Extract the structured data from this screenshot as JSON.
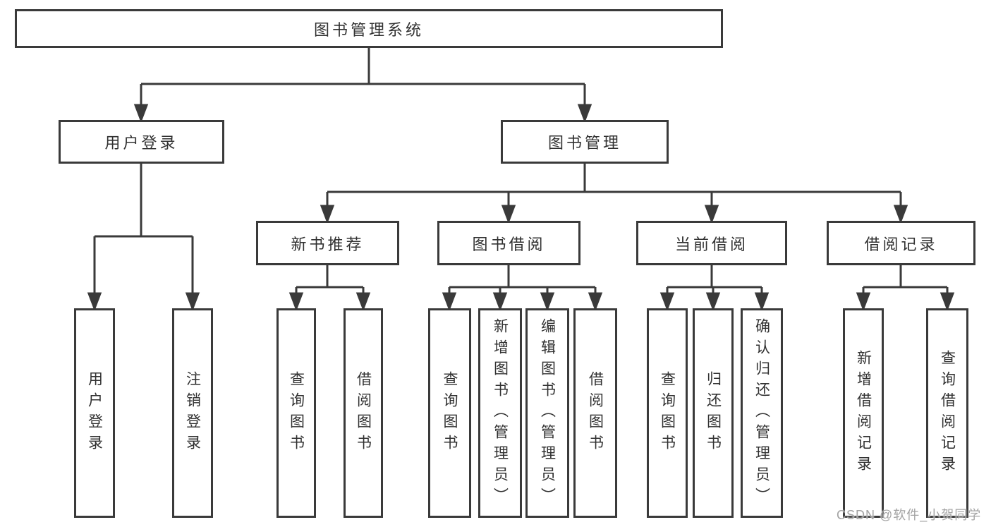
{
  "tree": {
    "label": "图书管理系统",
    "children": [
      {
        "label": "用户登录",
        "children": [
          {
            "label": "用户登录"
          },
          {
            "label": "注销登录"
          }
        ]
      },
      {
        "label": "图书管理",
        "children": [
          {
            "label": "新书推荐",
            "children": [
              {
                "label": "查询图书"
              },
              {
                "label": "借阅图书"
              }
            ]
          },
          {
            "label": "图书借阅",
            "children": [
              {
                "label": "查询图书"
              },
              {
                "label": "新增图书（管理员）"
              },
              {
                "label": "编辑图书（管理员）"
              },
              {
                "label": "借阅图书"
              }
            ]
          },
          {
            "label": "当前借阅",
            "children": [
              {
                "label": "查询图书"
              },
              {
                "label": "归还图书"
              },
              {
                "label": "确认归还（管理员）"
              }
            ]
          },
          {
            "label": "借阅记录",
            "children": [
              {
                "label": "新增借阅记录"
              },
              {
                "label": "查询借阅记录"
              }
            ]
          }
        ]
      }
    ]
  },
  "watermark": {
    "text": "CSDN @软件_小贺同学"
  },
  "colors": {
    "line": "#3a3a3a",
    "box_border": "#3a3a3a",
    "text": "#313131",
    "background": "#ffffff",
    "watermark": "#a3a3a3"
  }
}
